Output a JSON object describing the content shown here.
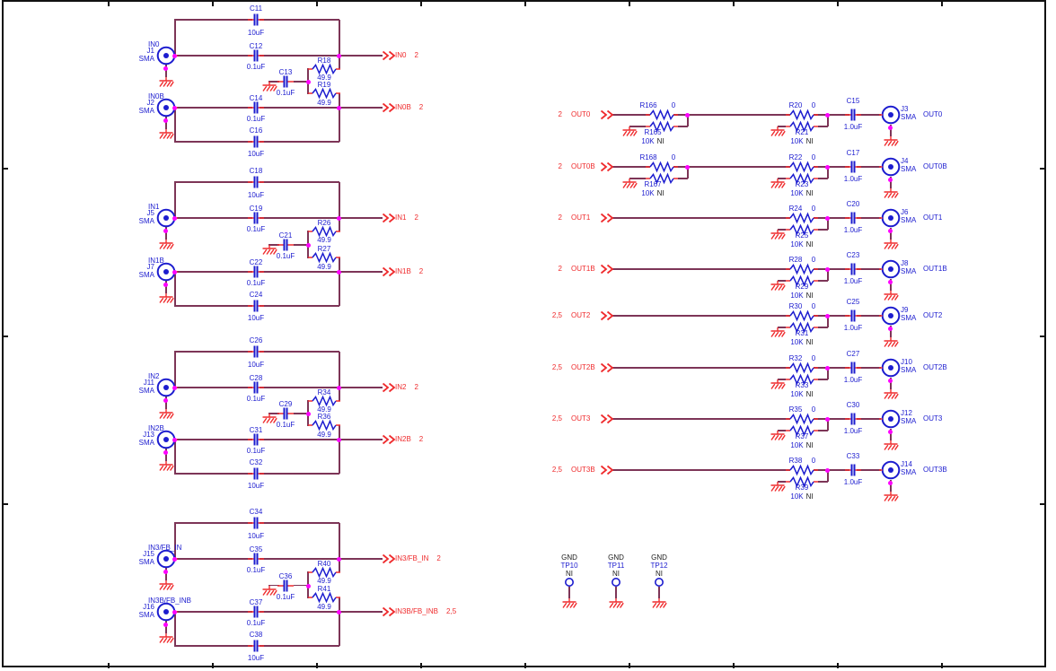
{
  "colors": {
    "wire": "#7d3557",
    "component": "#1c1ccf",
    "annotation_red": "#ef2b2d",
    "junction": "#ff00ff",
    "text_black": "#1a1a1a",
    "border": "#111111"
  },
  "inputs": {
    "blocks": [
      {
        "a": {
          "net": "IN0",
          "jref": "J1",
          "jtype": "SMA",
          "cap_loop": {
            "ref": "C11",
            "val": "10uF"
          },
          "cap_line": {
            "ref": "C12",
            "val": "0.1uF"
          },
          "out": {
            "name": "IN0",
            "page": "2"
          }
        },
        "term": {
          "cap": {
            "ref": "C13",
            "val": "0.1uF"
          },
          "r_top": {
            "ref": "R18",
            "val": "49.9"
          },
          "r_bot": {
            "ref": "R19",
            "val": "49.9"
          }
        },
        "b": {
          "net": "IN0B",
          "jref": "J2",
          "jtype": "SMA",
          "cap_line": {
            "ref": "C14",
            "val": "0.1uF"
          },
          "cap_loop": {
            "ref": "C16",
            "val": "10uF"
          },
          "out": {
            "name": "IN0B",
            "page": "2"
          }
        }
      },
      {
        "a": {
          "net": "IN1",
          "jref": "J5",
          "jtype": "SMA",
          "cap_loop": {
            "ref": "C18",
            "val": "10uF"
          },
          "cap_line": {
            "ref": "C19",
            "val": "0.1uF"
          },
          "out": {
            "name": "IN1",
            "page": "2"
          }
        },
        "term": {
          "cap": {
            "ref": "C21",
            "val": "0.1uF"
          },
          "r_top": {
            "ref": "R26",
            "val": "49.9"
          },
          "r_bot": {
            "ref": "R27",
            "val": "49.9"
          }
        },
        "b": {
          "net": "IN1B",
          "jref": "J7",
          "jtype": "SMA",
          "cap_line": {
            "ref": "C22",
            "val": "0.1uF"
          },
          "cap_loop": {
            "ref": "C24",
            "val": "10uF"
          },
          "out": {
            "name": "IN1B",
            "page": "2"
          }
        }
      },
      {
        "a": {
          "net": "IN2",
          "jref": "J11",
          "jtype": "SMA",
          "cap_loop": {
            "ref": "C26",
            "val": "10uF"
          },
          "cap_line": {
            "ref": "C28",
            "val": "0.1uF"
          },
          "out": {
            "name": "IN2",
            "page": "2"
          }
        },
        "term": {
          "cap": {
            "ref": "C29",
            "val": "0.1uF"
          },
          "r_top": {
            "ref": "R34",
            "val": "49.9"
          },
          "r_bot": {
            "ref": "R36",
            "val": "49.9"
          }
        },
        "b": {
          "net": "IN2B",
          "jref": "J13",
          "jtype": "SMA",
          "cap_line": {
            "ref": "C31",
            "val": "0.1uF"
          },
          "cap_loop": {
            "ref": "C32",
            "val": "10uF"
          },
          "out": {
            "name": "IN2B",
            "page": "2"
          }
        }
      },
      {
        "a": {
          "net": "IN3/FB_IN",
          "jref": "J15",
          "jtype": "SMA",
          "cap_loop": {
            "ref": "C34",
            "val": "10uF"
          },
          "cap_line": {
            "ref": "C35",
            "val": "0.1uF"
          },
          "out": {
            "name": "IN3/FB_IN",
            "page": "2"
          }
        },
        "term": {
          "cap": {
            "ref": "C36",
            "val": "0.1uF"
          },
          "r_top": {
            "ref": "R40",
            "val": "49.9"
          },
          "r_bot": {
            "ref": "R41",
            "val": "49.9"
          }
        },
        "b": {
          "net": "IN3B/FB_INB",
          "jref": "J16",
          "jtype": "SMA",
          "cap_line": {
            "ref": "C37",
            "val": "0.1uF"
          },
          "cap_loop": {
            "ref": "C38",
            "val": "10uF"
          },
          "out": {
            "name": "IN3B/FB_INB",
            "page": "2,5"
          }
        }
      }
    ]
  },
  "outputs": {
    "rows": [
      {
        "page": "2",
        "net": "OUT0",
        "first": {
          "r_ser": {
            "ref": "R166",
            "val": "0"
          },
          "r_sh": {
            "ref": "R165",
            "val": "10K",
            "ni": "NI"
          }
        },
        "second": {
          "r_ser": {
            "ref": "R20",
            "val": "0"
          },
          "r_sh": {
            "ref": "R21",
            "val": "10K",
            "ni": "NI"
          }
        },
        "cap": {
          "ref": "C15",
          "val": "1.0uF"
        },
        "jref": "J3",
        "jtype": "SMA",
        "label": "OUT0"
      },
      {
        "page": "2",
        "net": "OUT0B",
        "first": {
          "r_ser": {
            "ref": "R168",
            "val": "0"
          },
          "r_sh": {
            "ref": "R167",
            "val": "10K",
            "ni": "NI"
          }
        },
        "second": {
          "r_ser": {
            "ref": "R22",
            "val": "0"
          },
          "r_sh": {
            "ref": "R23",
            "val": "10K",
            "ni": "NI"
          }
        },
        "cap": {
          "ref": "C17",
          "val": "1.0uF"
        },
        "jref": "J4",
        "jtype": "SMA",
        "label": "OUT0B"
      },
      {
        "page": "2",
        "net": "OUT1",
        "second": {
          "r_ser": {
            "ref": "R24",
            "val": "0"
          },
          "r_sh": {
            "ref": "R25",
            "val": "10K",
            "ni": "NI"
          }
        },
        "cap": {
          "ref": "C20",
          "val": "1.0uF"
        },
        "jref": "J6",
        "jtype": "SMA",
        "label": "OUT1"
      },
      {
        "page": "2",
        "net": "OUT1B",
        "second": {
          "r_ser": {
            "ref": "R28",
            "val": "0"
          },
          "r_sh": {
            "ref": "R29",
            "val": "10K",
            "ni": "NI"
          }
        },
        "cap": {
          "ref": "C23",
          "val": "1.0uF"
        },
        "jref": "J8",
        "jtype": "SMA",
        "label": "OUT1B"
      },
      {
        "page": "2,5",
        "net": "OUT2",
        "second": {
          "r_ser": {
            "ref": "R30",
            "val": "0"
          },
          "r_sh": {
            "ref": "R31",
            "val": "10K",
            "ni": "NI"
          }
        },
        "cap": {
          "ref": "C25",
          "val": "1.0uF"
        },
        "jref": "J9",
        "jtype": "SMA",
        "label": "OUT2"
      },
      {
        "page": "2,5",
        "net": "OUT2B",
        "second": {
          "r_ser": {
            "ref": "R32",
            "val": "0"
          },
          "r_sh": {
            "ref": "R33",
            "val": "10K",
            "ni": "NI"
          }
        },
        "cap": {
          "ref": "C27",
          "val": "1.0uF"
        },
        "jref": "J10",
        "jtype": "SMA",
        "label": "OUT2B"
      },
      {
        "page": "2,5",
        "net": "OUT3",
        "second": {
          "r_ser": {
            "ref": "R35",
            "val": "0"
          },
          "r_sh": {
            "ref": "R37",
            "val": "10K",
            "ni": "NI"
          }
        },
        "cap": {
          "ref": "C30",
          "val": "1.0uF"
        },
        "jref": "J12",
        "jtype": "SMA",
        "label": "OUT3"
      },
      {
        "page": "2,5",
        "net": "OUT3B",
        "second": {
          "r_ser": {
            "ref": "R38",
            "val": "0"
          },
          "r_sh": {
            "ref": "R39",
            "val": "10K",
            "ni": "NI"
          }
        },
        "cap": {
          "ref": "C33",
          "val": "1.0uF"
        },
        "jref": "J14",
        "jtype": "SMA",
        "label": "OUT3B"
      }
    ]
  },
  "testpoints": [
    {
      "net": "GND",
      "ref": "TP10",
      "ni": "NI"
    },
    {
      "net": "GND",
      "ref": "TP11",
      "ni": "NI"
    },
    {
      "net": "GND",
      "ref": "TP12",
      "ni": "NI"
    }
  ]
}
